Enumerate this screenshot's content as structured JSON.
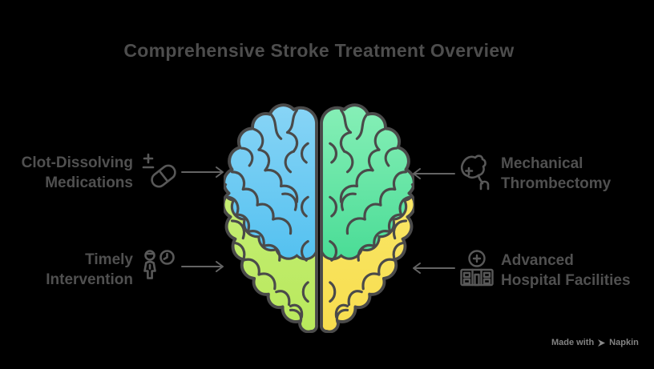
{
  "title": "Comprehensive Stroke Treatment Overview",
  "callouts": {
    "clot_dissolving": {
      "line1": "Clot-Dissolving",
      "line2": "Medications",
      "icon": "pill-plus-minus-icon",
      "arrow_direction": "right"
    },
    "mechanical": {
      "line1": "Mechanical",
      "line2": "Thrombectomy",
      "icon": "clot-retrieval-device-icon",
      "arrow_direction": "left"
    },
    "timely": {
      "line1": "Timely",
      "line2": "Intervention",
      "icon": "person-clock-icon",
      "arrow_direction": "right"
    },
    "hospital": {
      "line1": "Advanced",
      "line2": "Hospital Facilities",
      "icon": "hospital-building-cross-icon",
      "arrow_direction": "left"
    }
  },
  "brain": {
    "quadrants": {
      "top_left": "blue",
      "top_right": "green",
      "bottom_left": "lime",
      "bottom_right": "yellow"
    }
  },
  "watermark": {
    "prefix": "Made with",
    "brand": "Napkin"
  },
  "colors": {
    "background": "#000000",
    "title_text": "#4d4d4d",
    "label_text": "#505050",
    "outline": "#4a4a4a",
    "arrow": "#646464",
    "icon": "#585858",
    "watermark_text": "#828282",
    "blue_top": "#8ad5f6",
    "blue_bottom": "#54c1f0",
    "green_top": "#89f0b8",
    "green_bottom": "#4adc96",
    "lime_top": "#cdf083",
    "lime_bottom": "#b8e95c",
    "yellow_top": "#fbed77",
    "yellow_bottom": "#f7dd4e"
  }
}
